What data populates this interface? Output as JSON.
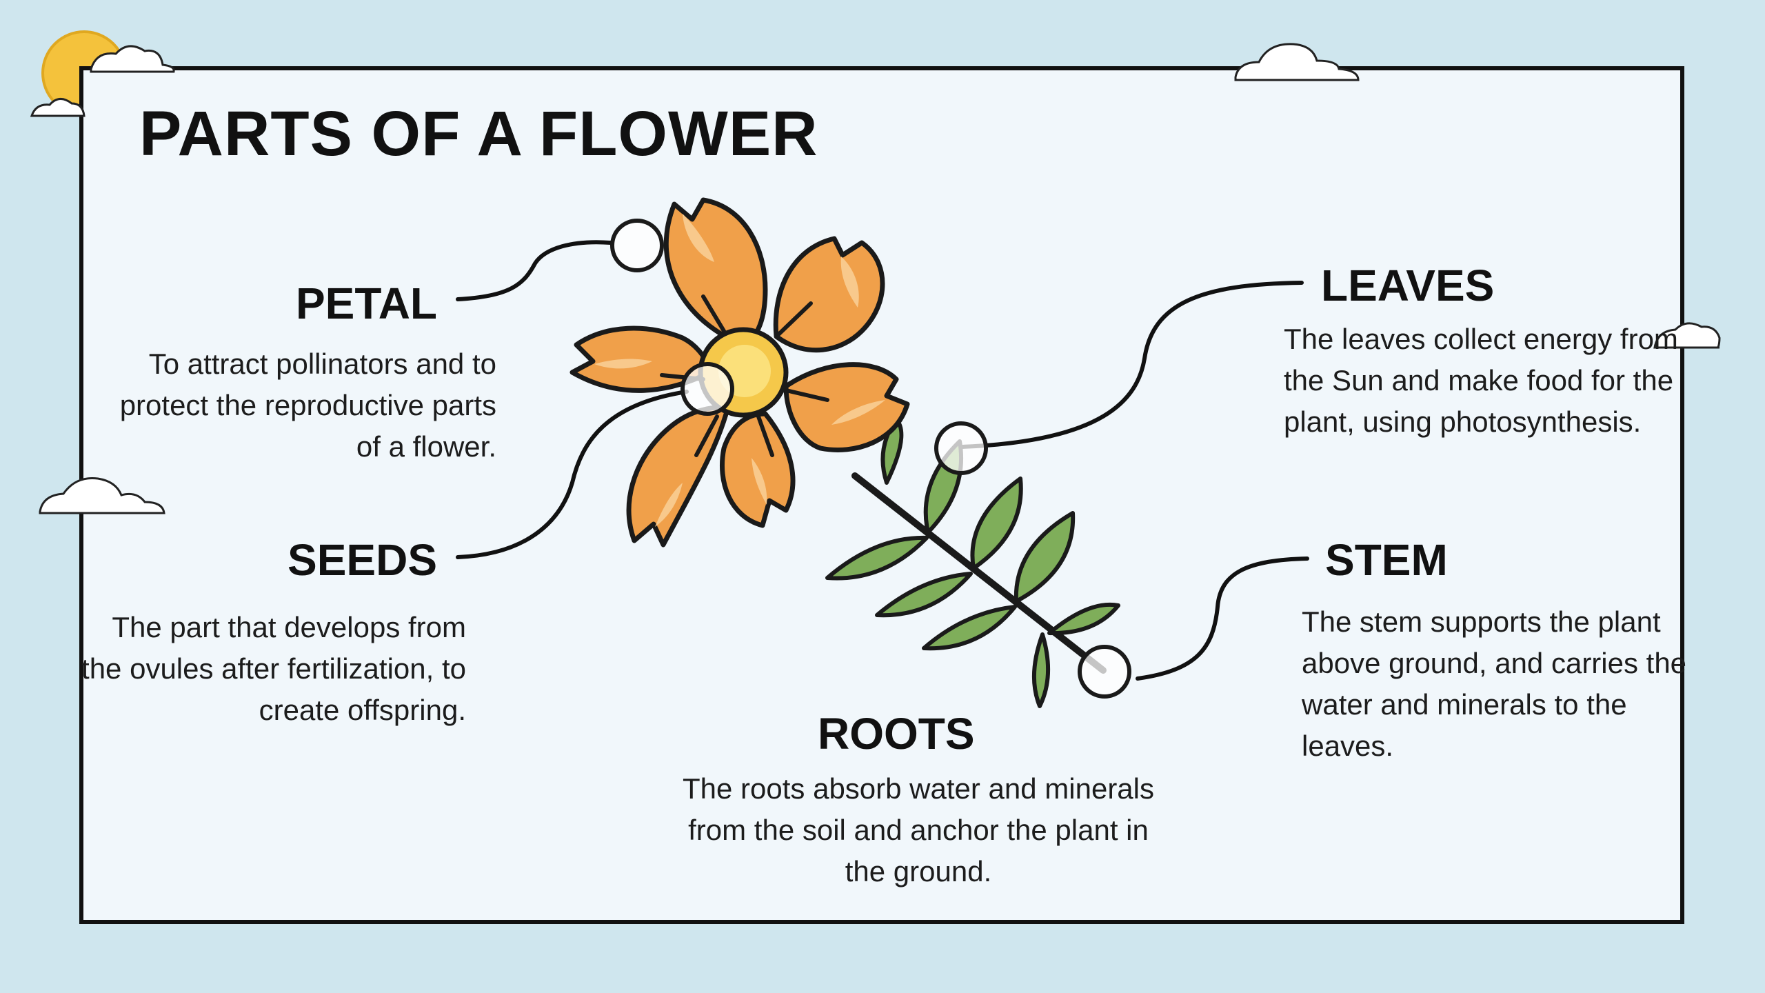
{
  "slide": {
    "title": "PARTS OF A FLOWER"
  },
  "parts": {
    "petal": {
      "heading": "PETAL",
      "description": "To attract pollinators and to protect the reproductive parts of a flower."
    },
    "seeds": {
      "heading": "SEEDS",
      "description": "The part that develops from the ovules after fertilization, to create offspring."
    },
    "leaves": {
      "heading": "LEAVES",
      "description": "The leaves collect energy from the Sun and make food for the plant, using photosynthesis."
    },
    "stem": {
      "heading": "STEM",
      "description": "The stem supports the plant above ground, and carries the water and minerals to the leaves."
    },
    "roots": {
      "heading": "ROOTS",
      "description": "The roots absorb water and minerals from the soil and anchor the plant in the ground."
    }
  },
  "colors": {
    "background": "#cfe6ee",
    "card": "#f1f7fb",
    "petal": "#f0a04a",
    "petal_highlight": "#f8c98c",
    "center": "#f5c84a",
    "leaf": "#7fae5a",
    "sun": "#f4c23c",
    "outline": "#1a1a1a"
  }
}
